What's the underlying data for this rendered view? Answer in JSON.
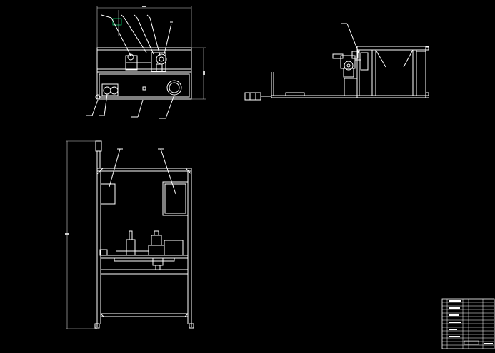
{
  "drawing": {
    "background": "#000000",
    "line_color": "#ffffff",
    "accent_color": "#00c864",
    "dim_color": "#cfcfcf"
  },
  "views": [
    {
      "name": "top-view",
      "callouts": 8
    },
    {
      "name": "side-view",
      "callouts": 1
    },
    {
      "name": "front-view",
      "callouts": 2
    }
  ],
  "title_block": {
    "rows": 14,
    "columns": 4
  }
}
